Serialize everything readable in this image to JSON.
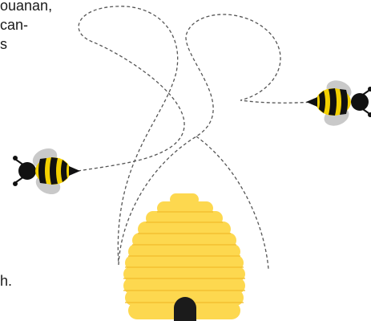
{
  "text_fragments": [
    "ouanan,",
    "can-",
    "s",
    "h."
  ],
  "colors": {
    "hive_fill": "#FDD84F",
    "hive_ring_edge": "#F2BC2A",
    "hive_entrance": "#1B1B1B",
    "bee_body_black": "#111111",
    "bee_stripe_yellow": "#F4D100",
    "bee_wing_gray": "#C9C9C9",
    "bee_stinger": "#111111",
    "flight_path": "#555555"
  },
  "icons": {
    "left_bee": "bee-icon",
    "right_bee": "bee-icon",
    "hive": "beehive-icon",
    "path": "flight-path"
  }
}
